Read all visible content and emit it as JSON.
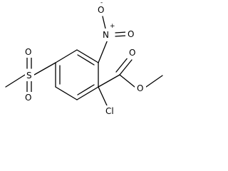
{
  "molecule": {
    "atoms": {
      "ring_c1": "C",
      "ring_c2": "C",
      "ring_c3": "C",
      "ring_c4": "C",
      "ring_c5": "C",
      "ring_c6": "C",
      "ester_carbon": "C",
      "ester_methyl": "C",
      "sulfonyl_methyl": "C"
    },
    "labels": {
      "nitro_o_minus": "O",
      "nitro_o_minus_charge": "-",
      "nitro_n": "N",
      "nitro_n_charge": "+",
      "nitro_o_double": "O",
      "ester_carbonyl_o": "O",
      "ester_ether_o": "O",
      "chloro": "Cl",
      "sulfur": "S",
      "sulfonyl_o_top": "O",
      "sulfonyl_o_bottom": "O"
    }
  }
}
